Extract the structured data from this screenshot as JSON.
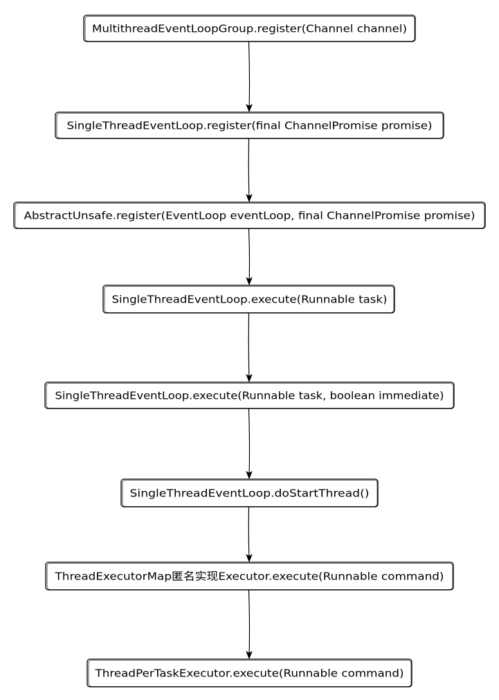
{
  "diagram": {
    "nodes": [
      {
        "id": "n1",
        "label": "MultithreadEventLoopGroup.register(Channel channel)"
      },
      {
        "id": "n2",
        "label": "SingleThreadEventLoop.register(final ChannelPromise promise)"
      },
      {
        "id": "n3",
        "label": "AbstractUnsafe.register(EventLoop eventLoop, final ChannelPromise promise)"
      },
      {
        "id": "n4",
        "label": "SingleThreadEventLoop.execute(Runnable task)"
      },
      {
        "id": "n5",
        "label": "SingleThreadEventLoop.execute(Runnable task, boolean immediate)"
      },
      {
        "id": "n6",
        "label": "SingleThreadEventLoop.doStartThread()"
      },
      {
        "id": "n7",
        "label": "ThreadExecutorMap匿名实现Executor.execute(Runnable command)"
      },
      {
        "id": "n8",
        "label": "ThreadPerTaskExecutor.execute(Runnable command)"
      }
    ],
    "edges": [
      {
        "from": "n1",
        "to": "n2"
      },
      {
        "from": "n2",
        "to": "n3"
      },
      {
        "from": "n3",
        "to": "n4"
      },
      {
        "from": "n4",
        "to": "n5"
      },
      {
        "from": "n5",
        "to": "n6"
      },
      {
        "from": "n6",
        "to": "n7"
      },
      {
        "from": "n7",
        "to": "n8"
      }
    ],
    "colors": {
      "stroke": "#000000",
      "fill": "#ffffff",
      "text": "#000000"
    }
  }
}
